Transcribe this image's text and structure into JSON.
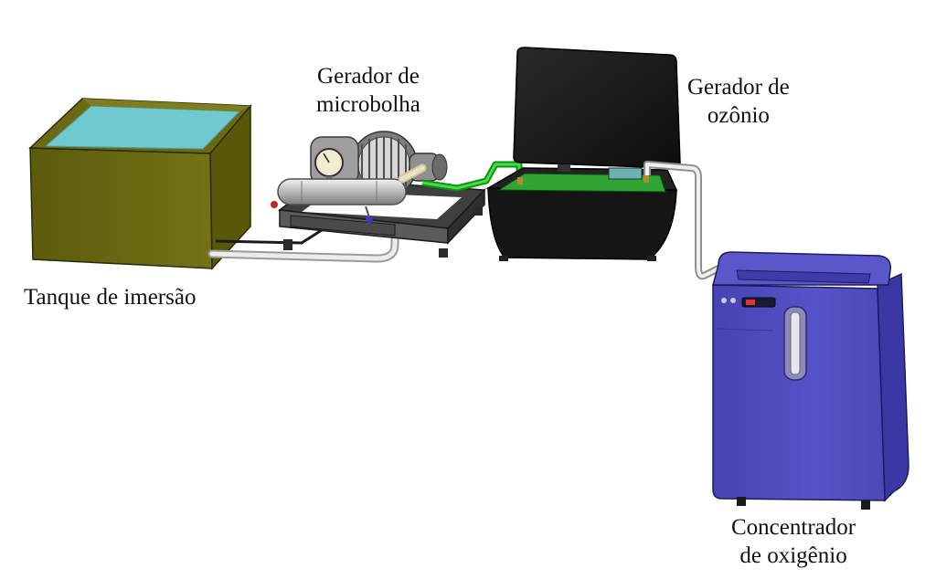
{
  "labels": {
    "tank": [
      "Tanque de imersão"
    ],
    "microbubble": [
      "Gerador de",
      "microbolha"
    ],
    "ozone": [
      "Gerador de",
      "ozônio"
    ],
    "oxygen": [
      "Concentrador",
      "de oxigênio"
    ]
  },
  "colors": {
    "tank_body": "#6b6a12",
    "tank_water": "#6fc9cf",
    "ozone_generator": "#151515",
    "ozone_tray": "#2fa534",
    "green_tube": "#27c42a",
    "oxygen_concentrator": "#5552c6",
    "frame": "#4a4a4a",
    "pipe": "#d9d9d9"
  }
}
